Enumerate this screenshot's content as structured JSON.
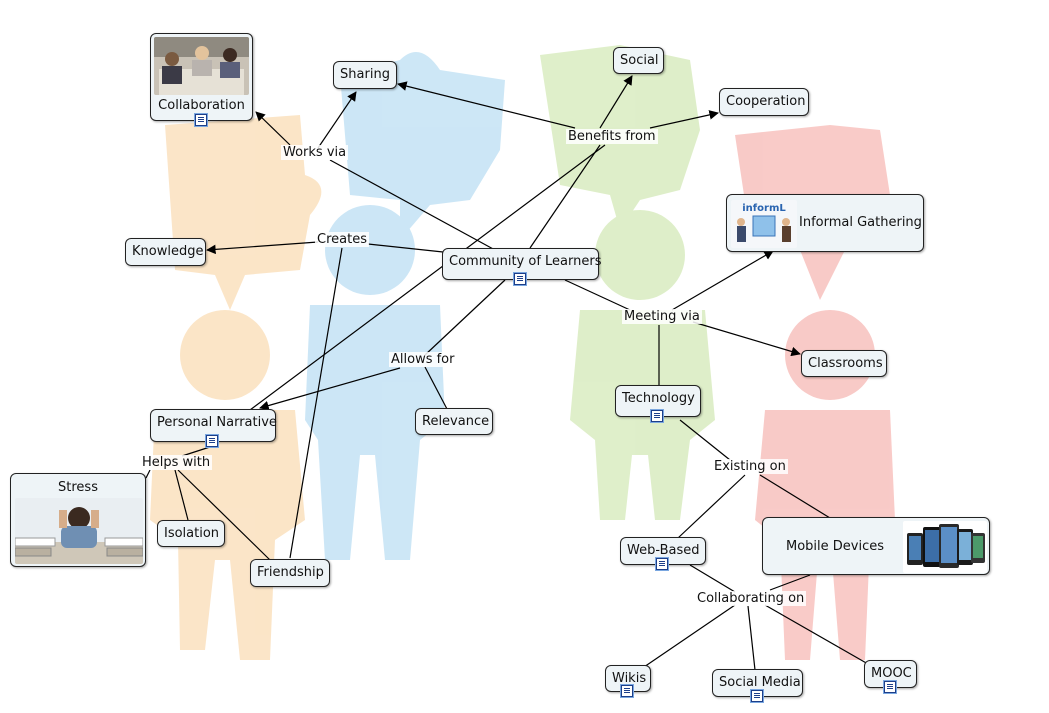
{
  "map": {
    "central": "Community of Learners",
    "nodes": {
      "collaboration": "Collaboration",
      "sharing": "Sharing",
      "social": "Social",
      "cooperation": "Cooperation",
      "knowledge": "Knowledge",
      "informal": "Informal Gathering",
      "classrooms": "Classrooms",
      "technology": "Technology",
      "relevance": "Relevance",
      "personal": "Personal Narrative",
      "stress": "Stress",
      "isolation": "Isolation",
      "friendship": "Friendship",
      "webbased": "Web-Based",
      "mobile": "Mobile Devices",
      "wikis": "Wikis",
      "socialmedia": "Social Media",
      "mooc": "MOOC"
    },
    "phrases": {
      "works_via": "Works via",
      "benefits_from": "Benefits from",
      "creates": "Creates",
      "allows_for": "Allows for",
      "meeting_via": "Meeting via",
      "helps_with": "Helps with",
      "existing_on": "Existing on",
      "collaborating_on": "Collaborating on"
    },
    "logo_text": "informL"
  }
}
